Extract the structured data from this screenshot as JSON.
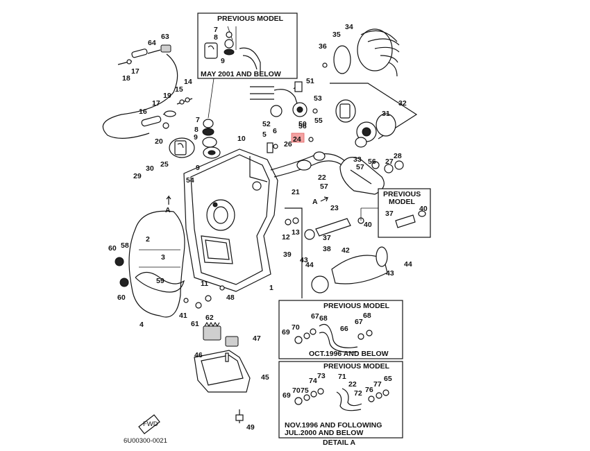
{
  "diagram_code": "6U00300-0021",
  "highlighted_part": "24",
  "boxes": {
    "prev_top": {
      "title": "PREVIOUS MODEL",
      "note": "MAY 2001 AND BELOW"
    },
    "prev_right": {
      "title_line1": "PREVIOUS",
      "title_line2": "MODEL"
    },
    "prev_oct": {
      "title": "PREVIOUS MODEL",
      "note": "OCT.1996 AND BELOW"
    },
    "prev_nov": {
      "title": "PREVIOUS MODEL",
      "note_line1": "NOV.1996 AND FOLLOWING",
      "note_line2": "JUL.2000 AND BELOW",
      "detail": "DETAIL A"
    }
  },
  "marker_a_1": "A",
  "marker_a_2": "A",
  "fwd_label": "FWD",
  "callouts": [
    {
      "id": "c7t",
      "label": "7"
    },
    {
      "id": "c8t",
      "label": "8"
    },
    {
      "id": "c9t",
      "label": "9"
    },
    {
      "id": "c63",
      "label": "63"
    },
    {
      "id": "c64",
      "label": "64"
    },
    {
      "id": "c17a",
      "label": "17"
    },
    {
      "id": "c18",
      "label": "18"
    },
    {
      "id": "c14",
      "label": "14"
    },
    {
      "id": "c15",
      "label": "15"
    },
    {
      "id": "c19",
      "label": "19"
    },
    {
      "id": "c17b",
      "label": "17"
    },
    {
      "id": "c16",
      "label": "16"
    },
    {
      "id": "c20",
      "label": "20"
    },
    {
      "id": "c7",
      "label": "7"
    },
    {
      "id": "c8",
      "label": "8"
    },
    {
      "id": "c9a",
      "label": "9"
    },
    {
      "id": "c9b",
      "label": "9"
    },
    {
      "id": "c10",
      "label": "10"
    },
    {
      "id": "c30",
      "label": "30"
    },
    {
      "id": "c25",
      "label": "25"
    },
    {
      "id": "c29",
      "label": "29"
    },
    {
      "id": "c54",
      "label": "54"
    },
    {
      "id": "c2",
      "label": "2"
    },
    {
      "id": "c3",
      "label": "3"
    },
    {
      "id": "c58",
      "label": "58"
    },
    {
      "id": "c60a",
      "label": "60"
    },
    {
      "id": "c59",
      "label": "59"
    },
    {
      "id": "c60b",
      "label": "60"
    },
    {
      "id": "c4",
      "label": "4"
    },
    {
      "id": "c11",
      "label": "11"
    },
    {
      "id": "c41",
      "label": "41"
    },
    {
      "id": "c61",
      "label": "61"
    },
    {
      "id": "c62",
      "label": "62"
    },
    {
      "id": "c48",
      "label": "48"
    },
    {
      "id": "c1",
      "label": "1"
    },
    {
      "id": "c47",
      "label": "47"
    },
    {
      "id": "c46",
      "label": "46"
    },
    {
      "id": "c45",
      "label": "45"
    },
    {
      "id": "c49",
      "label": "49"
    },
    {
      "id": "c51",
      "label": "51"
    },
    {
      "id": "c53",
      "label": "53"
    },
    {
      "id": "c52",
      "label": "52"
    },
    {
      "id": "c50",
      "label": "50"
    },
    {
      "id": "c5",
      "label": "5"
    },
    {
      "id": "c6",
      "label": "6"
    },
    {
      "id": "c24",
      "label": "24"
    },
    {
      "id": "c26",
      "label": "26"
    },
    {
      "id": "c56a",
      "label": "56"
    },
    {
      "id": "c55",
      "label": "55"
    },
    {
      "id": "c21",
      "label": "21"
    },
    {
      "id": "c22",
      "label": "22"
    },
    {
      "id": "c57a",
      "label": "57"
    },
    {
      "id": "c57b",
      "label": "57"
    },
    {
      "id": "c33",
      "label": "33"
    },
    {
      "id": "c56b",
      "label": "56"
    },
    {
      "id": "c27",
      "label": "27"
    },
    {
      "id": "c28",
      "label": "28"
    },
    {
      "id": "c23",
      "label": "23"
    },
    {
      "id": "c40a",
      "label": "40"
    },
    {
      "id": "c40b",
      "label": "40"
    },
    {
      "id": "c37a",
      "label": "37"
    },
    {
      "id": "c37b",
      "label": "37"
    },
    {
      "id": "c12",
      "label": "12"
    },
    {
      "id": "c13",
      "label": "13"
    },
    {
      "id": "c38",
      "label": "38"
    },
    {
      "id": "c39",
      "label": "39"
    },
    {
      "id": "c42",
      "label": "42"
    },
    {
      "id": "c43a",
      "label": "43"
    },
    {
      "id": "c44a",
      "label": "44"
    },
    {
      "id": "c43b",
      "label": "43"
    },
    {
      "id": "c44b",
      "label": "44"
    },
    {
      "id": "c36",
      "label": "36"
    },
    {
      "id": "c35",
      "label": "35"
    },
    {
      "id": "c34",
      "label": "34"
    },
    {
      "id": "c31",
      "label": "31"
    },
    {
      "id": "c32",
      "label": "32"
    },
    {
      "id": "c67a",
      "label": "67"
    },
    {
      "id": "c68a",
      "label": "68"
    },
    {
      "id": "c70a",
      "label": "70"
    },
    {
      "id": "c69a",
      "label": "69"
    },
    {
      "id": "c66",
      "label": "66"
    },
    {
      "id": "c67b",
      "label": "67"
    },
    {
      "id": "c68b",
      "label": "68"
    },
    {
      "id": "c75",
      "label": "75"
    },
    {
      "id": "c74",
      "label": "74"
    },
    {
      "id": "c73",
      "label": "73"
    },
    {
      "id": "c70b",
      "label": "70"
    },
    {
      "id": "c69b",
      "label": "69"
    },
    {
      "id": "c71",
      "label": "71"
    },
    {
      "id": "c22b",
      "label": "22"
    },
    {
      "id": "c72",
      "label": "72"
    },
    {
      "id": "c76",
      "label": "76"
    },
    {
      "id": "c77",
      "label": "77"
    },
    {
      "id": "c65",
      "label": "65"
    }
  ]
}
